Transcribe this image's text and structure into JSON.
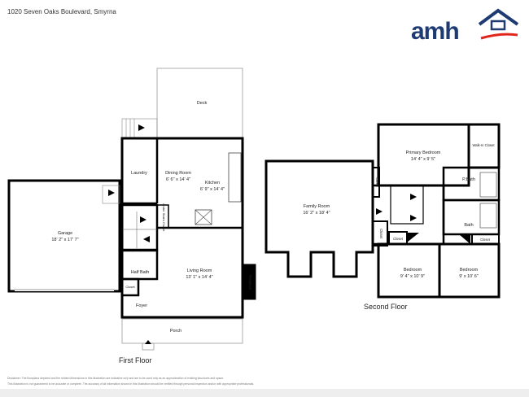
{
  "address": "1020 Seven Oaks Boulevard, Smyrna",
  "logo": {
    "text": "amh",
    "brand_color": "#1f3b73",
    "accent_color": "#e1261c"
  },
  "first_floor": {
    "title": "First Floor",
    "rooms": {
      "deck": "Deck",
      "laundry": "Laundry",
      "dining_room": "Dining Room",
      "dining_dims": "6' 6\" x 14' 4\"",
      "kitchen": "Kitchen",
      "kitchen_dims": "6' 9\" x 14' 4\"",
      "garage": "Garage",
      "garage_dims": "18' 2\" x 17' 7\"",
      "under_stairs_closet": "Under Stairs Closet",
      "half_bath": "Half Bath",
      "living_room": "Living Room",
      "living_dims": "13' 1\" x 14' 4\"",
      "fireplace": "Fireplace",
      "closet": "Closet",
      "foyer": "Foyer",
      "porch": "Porch"
    }
  },
  "second_floor": {
    "title": "Second Floor",
    "rooms": {
      "primary_bedroom": "Primary Bedroom",
      "primary_dims": "14' 4\" x 9' 5\"",
      "walk_in_closet": "Walk-In Closet",
      "pbath": "P.Bath",
      "family_room": "Family Room",
      "family_dims": "16' 2\" x 18' 4\"",
      "closet_a": "Closet",
      "closet_b": "Closet",
      "closet_c": "Closet",
      "closet_d": "Closet",
      "bath": "Bath",
      "bedroom_a": "Bedroom",
      "bedroom_a_dims": "9' 4\" x 10' 9\"",
      "bedroom_b": "Bedroom",
      "bedroom_b_dims": "9' x 10' 6\""
    }
  },
  "disclaimer_1": "Disclaimer: The floorplans depicted and the related dimensions in this illustration are indicative only and are to be used only as an approximation of existing structures and space.",
  "disclaimer_2": "This illustration is not guaranteed to be accurate or complete. The accuracy of all information shown in this illustration should be verified through personal inspection and/or with appropriate professionals."
}
